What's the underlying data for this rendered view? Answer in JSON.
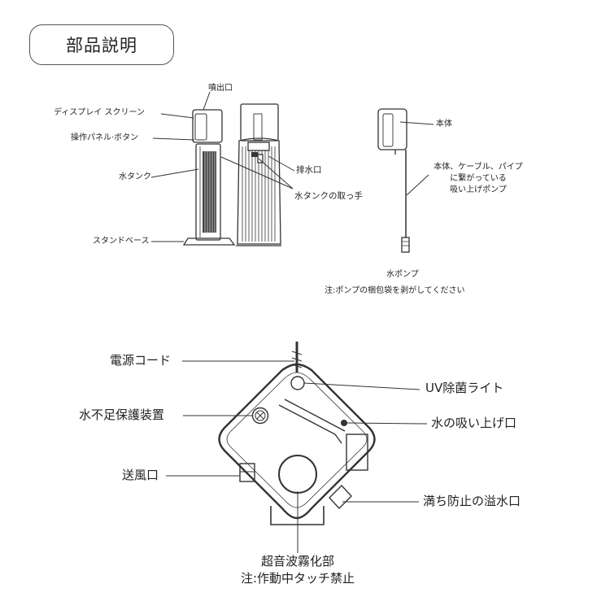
{
  "title": "部品説明",
  "top_left": {
    "nozzle": "噴出口",
    "display": "ディスプレイ スクリーン",
    "control_panel": "操作パネル·ボタン",
    "water_tank": "水タンク",
    "stand_base": "スタンドベース",
    "drain": "排水口",
    "tank_handle": "水タンクの取っ手"
  },
  "top_right": {
    "main_body": "本体",
    "pump_desc_1": "本体、ケーブル、パイプ",
    "pump_desc_2": "に繋がっている",
    "pump_desc_3": "吸い上げポンプ",
    "water_pump": "水ポンプ",
    "pump_note": "注:ポンプの梱包袋を剥がしてください"
  },
  "bottom": {
    "power_cord": "電源コード",
    "low_water_protection": "水不足保護装置",
    "air_outlet": "送風口",
    "uv_light": "UV除菌ライト",
    "water_intake": "水の吸い上げ口",
    "overflow": "満ち防止の溢水口",
    "ultrasonic": "超音波霧化部",
    "ultrasonic_note": "注:作動中タッチ禁止"
  }
}
